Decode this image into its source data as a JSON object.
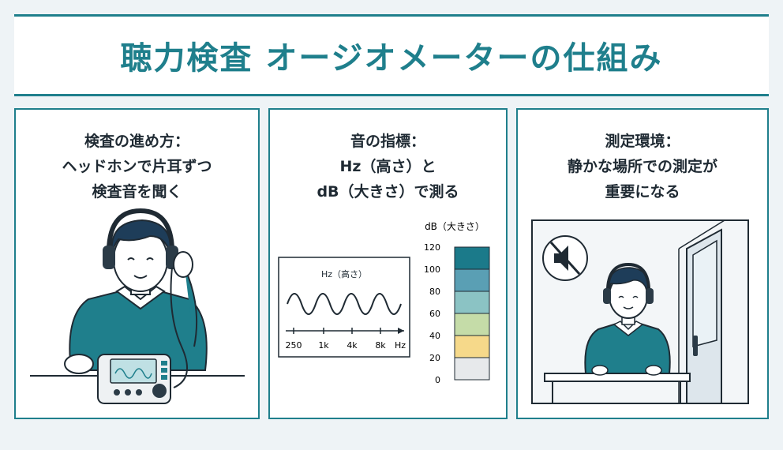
{
  "title": "聴力検査 オージオメーターの仕組み",
  "panels": [
    {
      "lines": [
        "検査の進め方：",
        "ヘッドホンで片耳ずつ",
        "検査音を聞く"
      ]
    },
    {
      "lines": [
        "音の指標：",
        "Hz（高さ）と",
        "dB（大きさ）で測る"
      ]
    },
    {
      "lines": [
        "測定環境：",
        "静かな場所での測定が",
        "重要になる"
      ]
    }
  ],
  "frequency_graph": {
    "label": "Hz（高さ）",
    "ticks": [
      "250",
      "1k",
      "4k",
      "8k",
      "Hz"
    ]
  },
  "db_scale": {
    "label": "dB（大きさ）",
    "levels": [
      "120",
      "100",
      "80",
      "60",
      "40",
      "20",
      "0"
    ],
    "band_colors": [
      "#1b7a8a",
      "#5a9fb4",
      "#8bc3c4",
      "#c5dca8",
      "#f6d98a",
      "#e7e9eb"
    ]
  },
  "colors": {
    "accent": "#1f7f8c",
    "sweater": "#1f7f8c",
    "hair": "#1e3d59"
  },
  "icons": {
    "speaker": "muted-speaker-icon"
  }
}
